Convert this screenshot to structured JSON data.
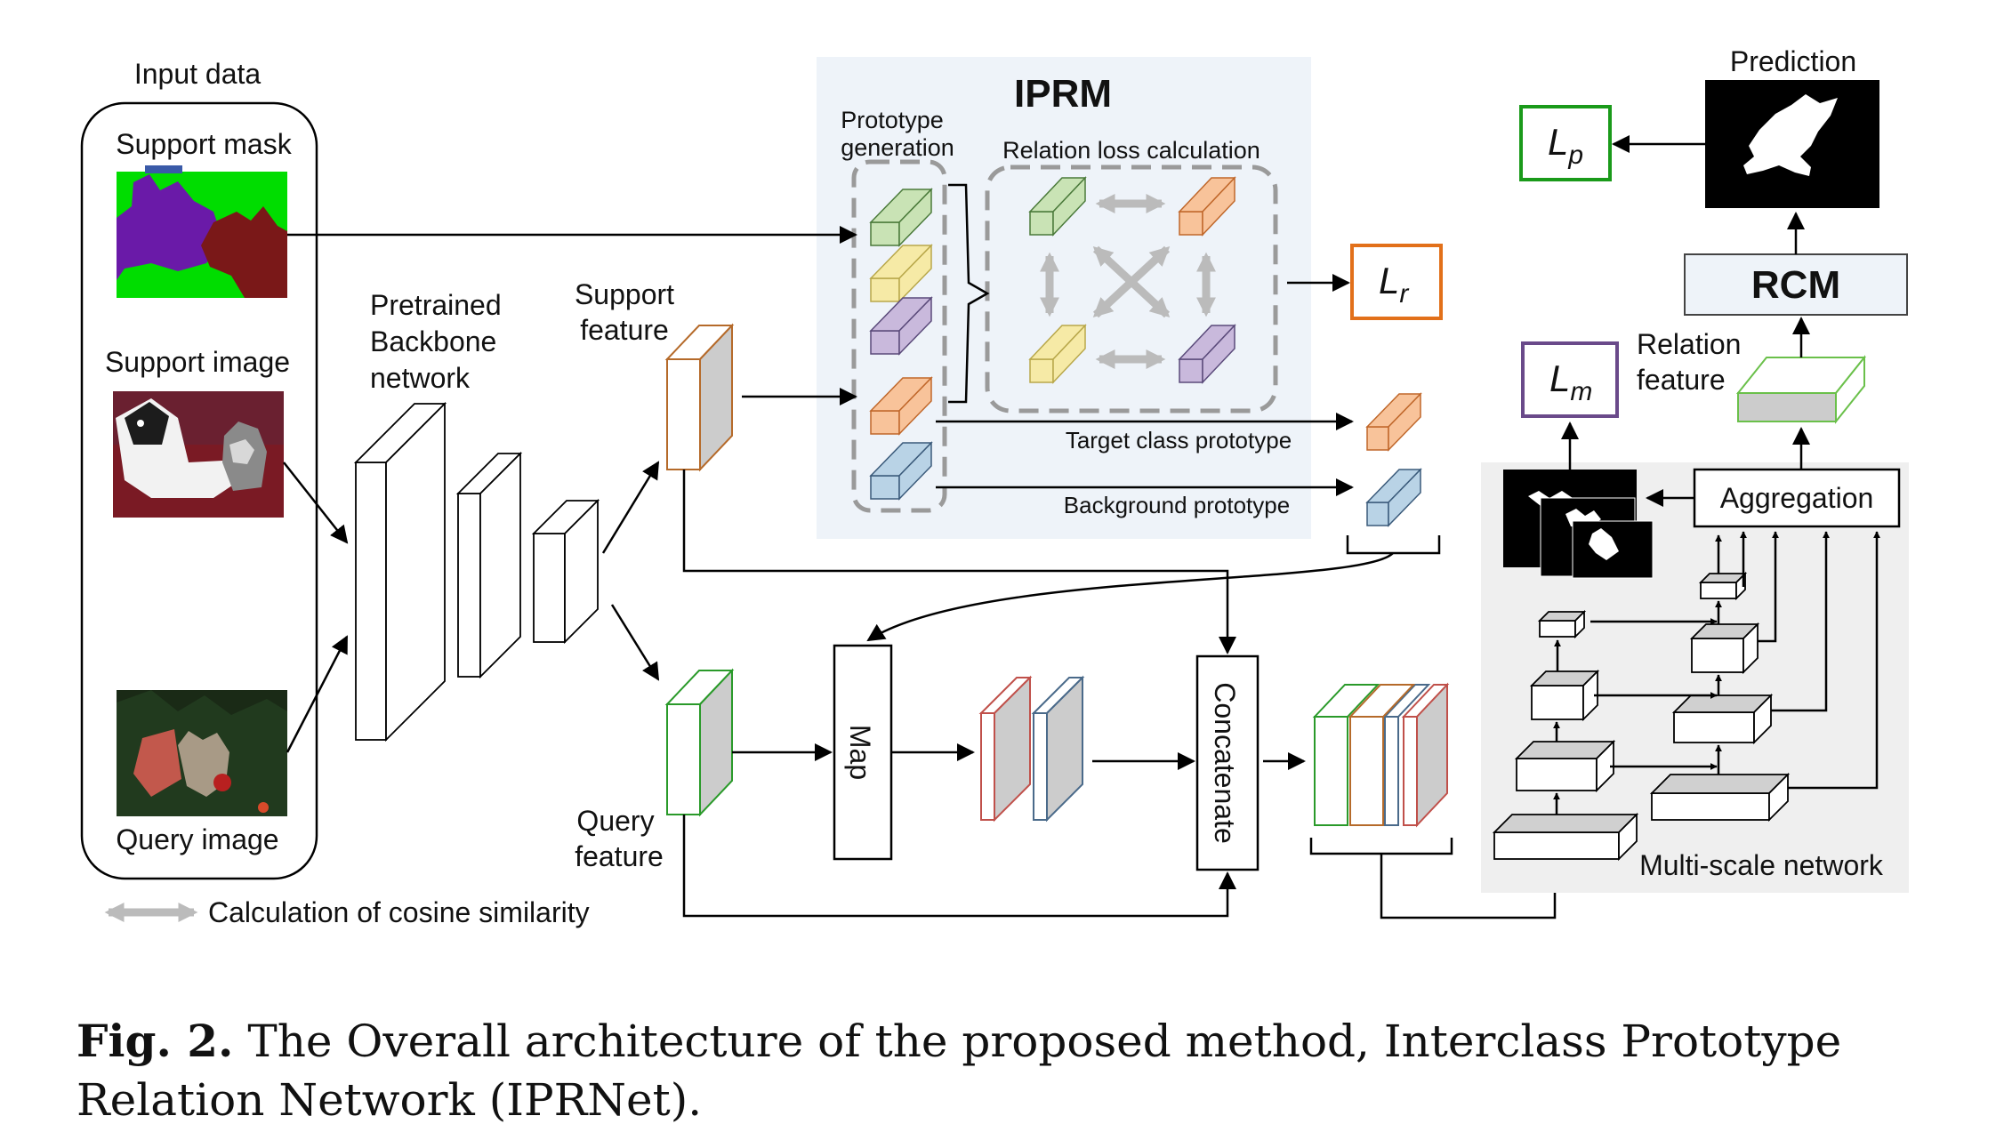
{
  "labels": {
    "input_data": "Input data",
    "support_mask": "Support mask",
    "support_image": "Support image",
    "query_image": "Query image",
    "pretrained_l1": "Pretrained",
    "pretrained_l2": "Backbone",
    "pretrained_l3": "network",
    "support_feature_l1": "Support",
    "support_feature_l2": "feature",
    "query_feature_l1": "Query",
    "query_feature_l2": "feature",
    "iprm_title": "IPRM",
    "prototype_generation_l1": "Prototype",
    "prototype_generation_l2": "generation",
    "relation_loss_calculation": "Relation loss calculation",
    "target_class_prototype": "Target class prototype",
    "background_prototype": "Background prototype",
    "map": "Map",
    "concatenate": "Concatenate",
    "prediction": "Prediction",
    "rcm": "RCM",
    "relation_feature_l1": "Relation",
    "relation_feature_l2": "feature",
    "aggregation": "Aggregation",
    "multi_scale_network": "Multi-scale network",
    "legend_cosine": "Calculation of cosine similarity"
  },
  "losses": {
    "lp": {
      "main": "L",
      "sub": "p"
    },
    "lr": {
      "main": "L",
      "sub": "r"
    },
    "lm": {
      "main": "L",
      "sub": "m"
    }
  },
  "caption": {
    "fig_label": "Fig. 2.",
    "text": "The Overall architecture of the proposed method, Interclass Prototype Relation Network (IPRNet)."
  },
  "colors": {
    "lp_border": "#1a9a1a",
    "lr_border": "#e2701a",
    "lm_border": "#6a4a8a",
    "iprm_panel": "#eef3f9",
    "multiscale_panel": "#efefef",
    "proto_green": "#c9e3b5",
    "proto_yellow": "#f6eaa6",
    "proto_purple": "#c9b9dc",
    "proto_orange": "#f8c39a",
    "proto_blue": "#b9d3e6"
  }
}
